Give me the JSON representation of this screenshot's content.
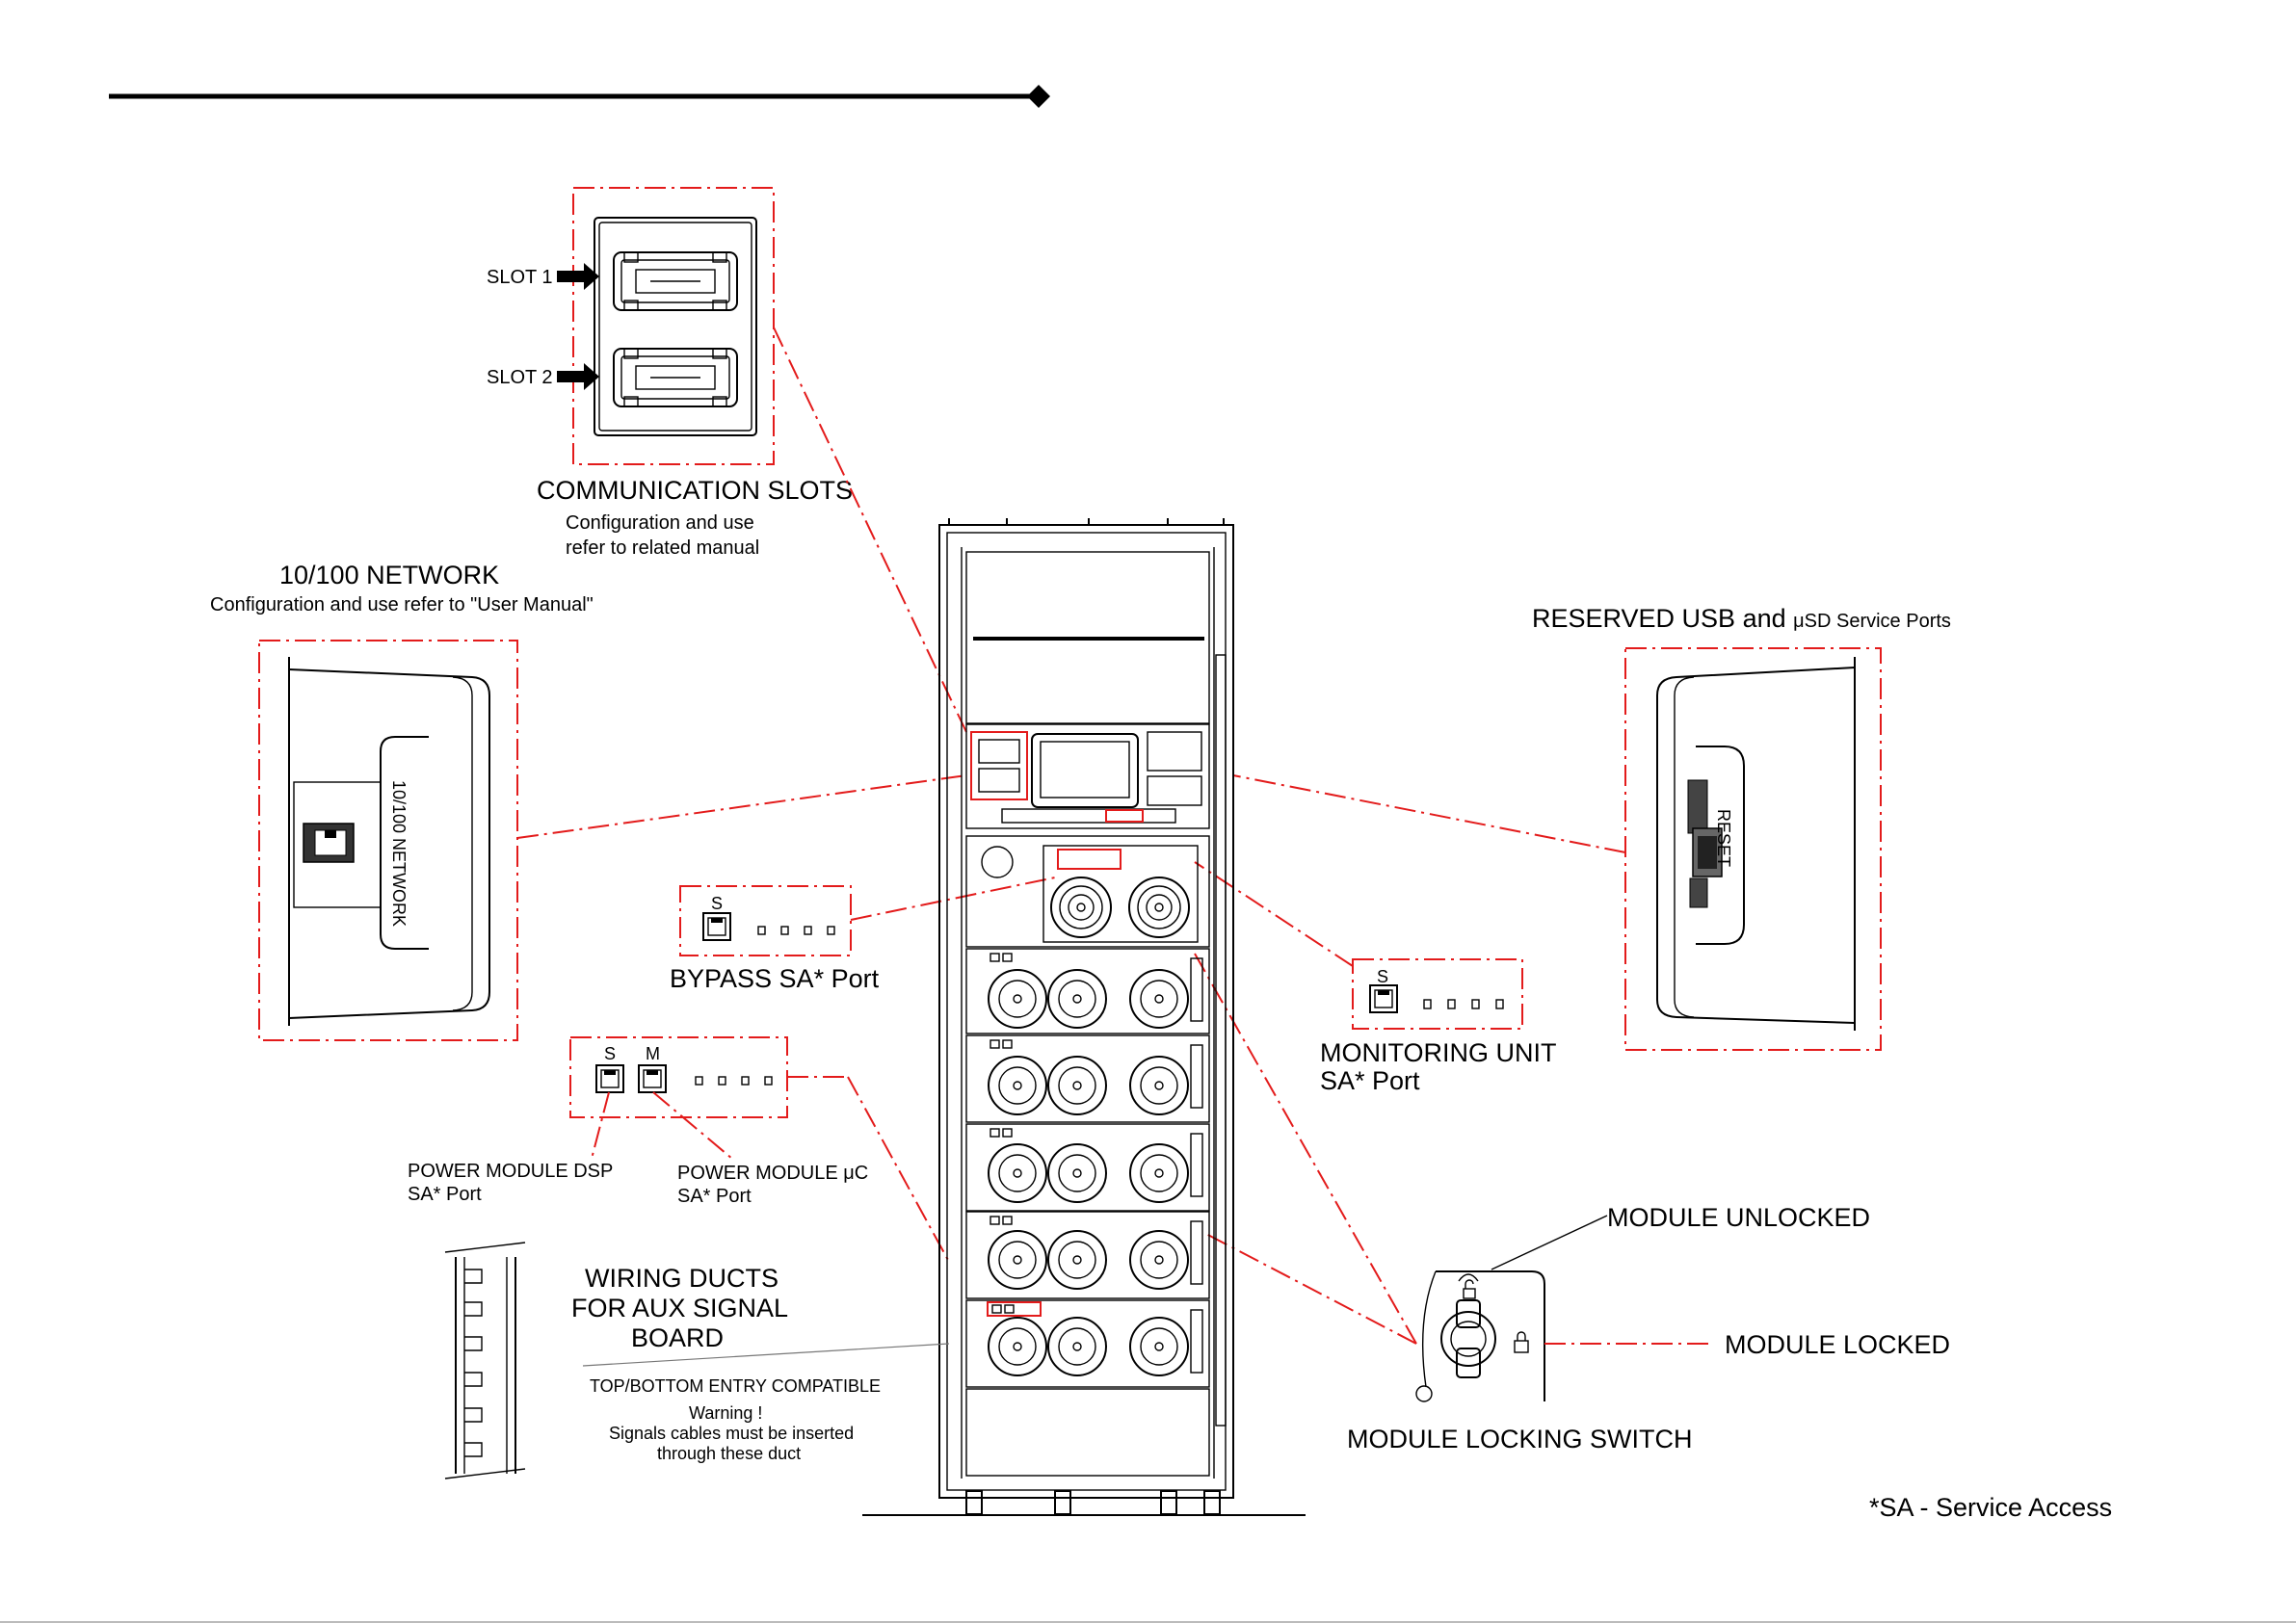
{
  "labels": {
    "slot1": "SLOT 1",
    "slot2": "SLOT 2",
    "comm_title": "COMMUNICATION SLOTS",
    "comm_desc1": "Configuration and use",
    "comm_desc2": "refer to related manual",
    "net_title": "10/100 NETWORK",
    "net_desc": "Configuration and use refer to \"User Manual\"",
    "net_port_text": "10/100 NETWORK",
    "usb_title_a": "RESERVED USB and ",
    "usb_title_b": "μSD Service Ports",
    "usb_reset_text": "RESET",
    "bypass_title": "BYPASS SA* Port",
    "monitoring_line1": "MONITORING UNIT",
    "monitoring_line2": "SA* Port",
    "pm_dsp_line1": "POWER MODULE DSP",
    "pm_dsp_line2": "SA* Port",
    "pm_uc_line1": "POWER MODULE μC",
    "pm_uc_line2": "SA* Port",
    "port_s": "S",
    "port_m": "M",
    "wiring_line1": "WIRING DUCTS",
    "wiring_line2": "FOR AUX SIGNAL",
    "wiring_line3": "BOARD",
    "entry": "TOP/BOTTOM ENTRY COMPATIBLE",
    "warning_line1": "Warning !",
    "warning_line2": "Signals cables must be inserted",
    "warning_line3": "through these duct",
    "module_unlocked": "MODULE UNLOCKED",
    "module_locked": "MODULE LOCKED",
    "locking_switch": "MODULE LOCKING SWITCH",
    "footnote": "*SA - Service Access"
  },
  "colors": {
    "callout": "#e31b1b",
    "line": "#000000"
  }
}
